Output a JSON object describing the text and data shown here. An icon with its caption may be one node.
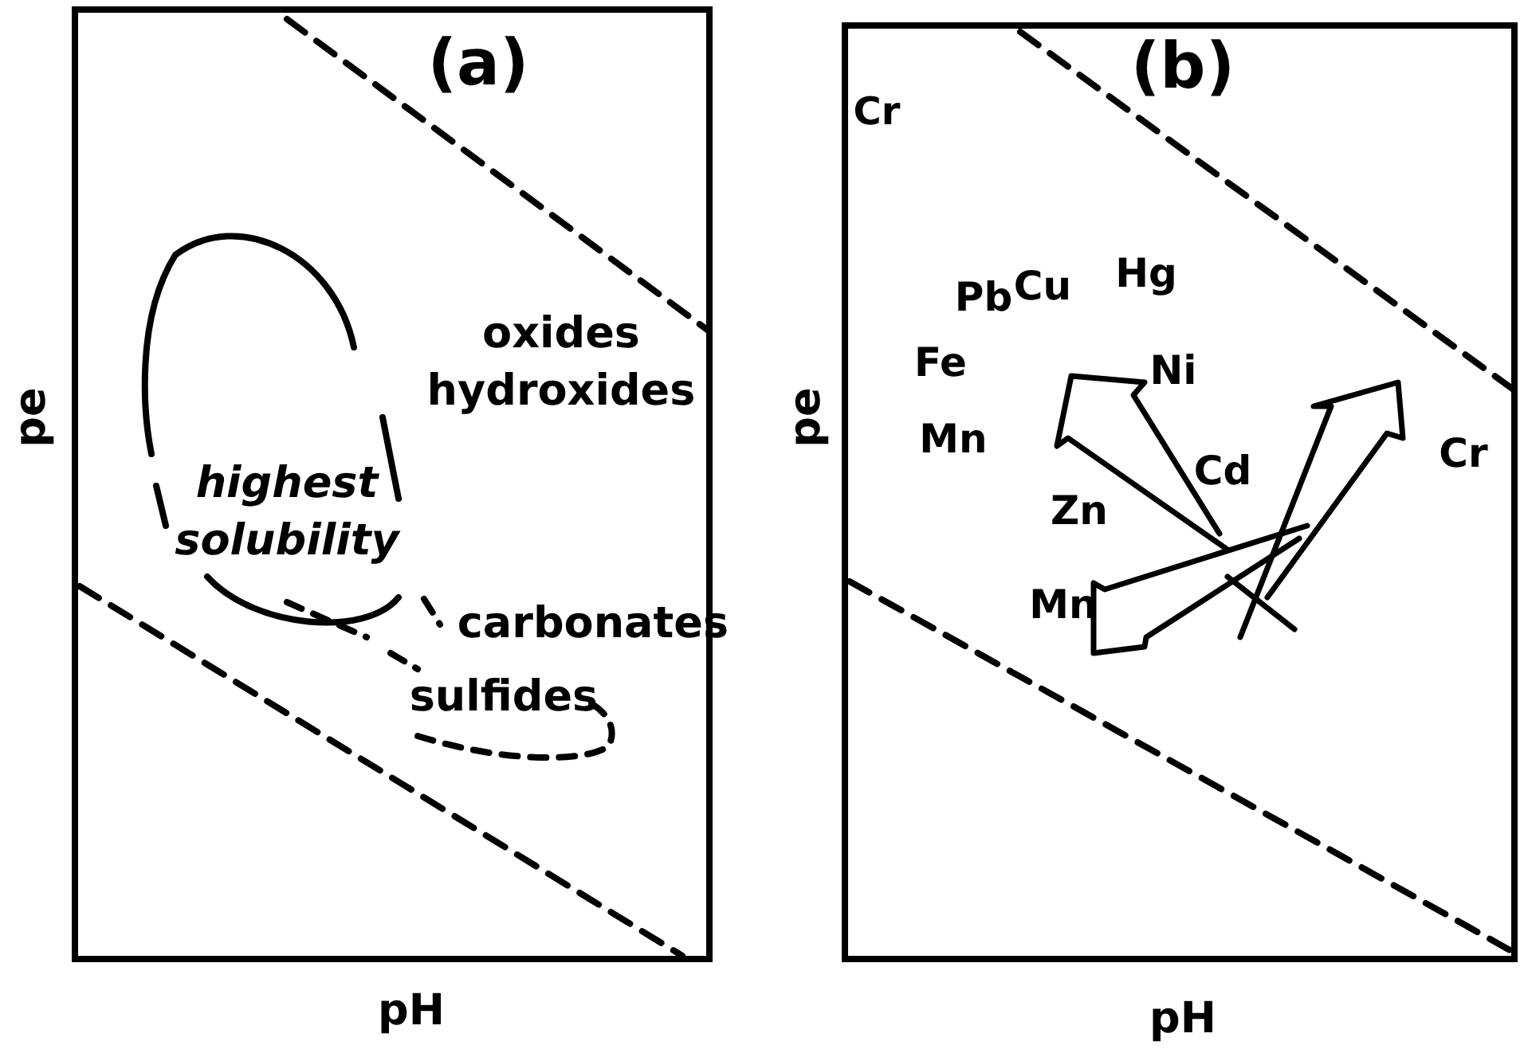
{
  "diagram": {
    "labels": [
      "(a)",
      "oxides hydroxides",
      "highest solubility",
      "carbonates",
      "sulfides",
      "pe",
      "pH",
      "(b)",
      "Cr",
      "Pb",
      "Cu",
      "Hg",
      "Fe",
      "Mn",
      "Ni",
      "Zn",
      "Cd",
      "Cr",
      "Mn",
      "pe",
      "pH"
    ]
  }
}
